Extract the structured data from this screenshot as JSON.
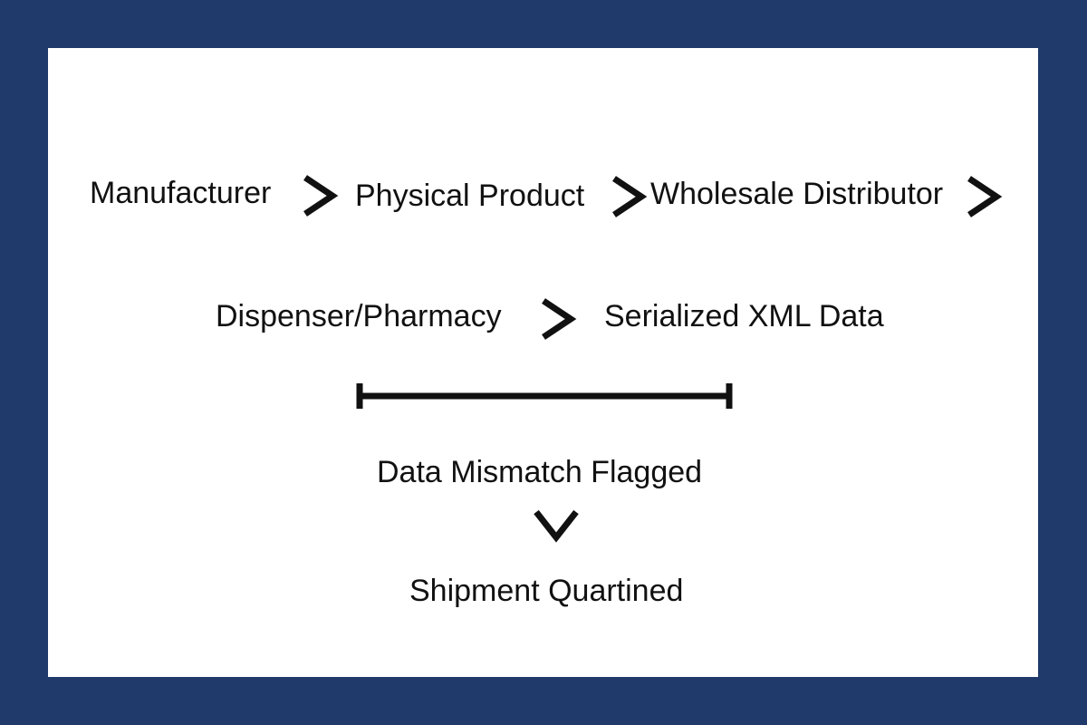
{
  "colors": {
    "border": "#1f3a6b",
    "panel": "#ffffff",
    "ink": "#111111"
  },
  "row1": {
    "node1": "Manufacturer",
    "node2": "Physical Product",
    "node3": "Wholesale Distributor"
  },
  "row2": {
    "node4": "Dispenser/Pharmacy",
    "node5": "Serialized XML Data"
  },
  "result": {
    "flag": "Data Mismatch Flagged",
    "outcome": "Shipment Quartined"
  },
  "icons": {
    "step_arrow": "chevron-right-icon",
    "down_arrow": "chevron-down-icon",
    "bracket": "h-bracket-line"
  }
}
